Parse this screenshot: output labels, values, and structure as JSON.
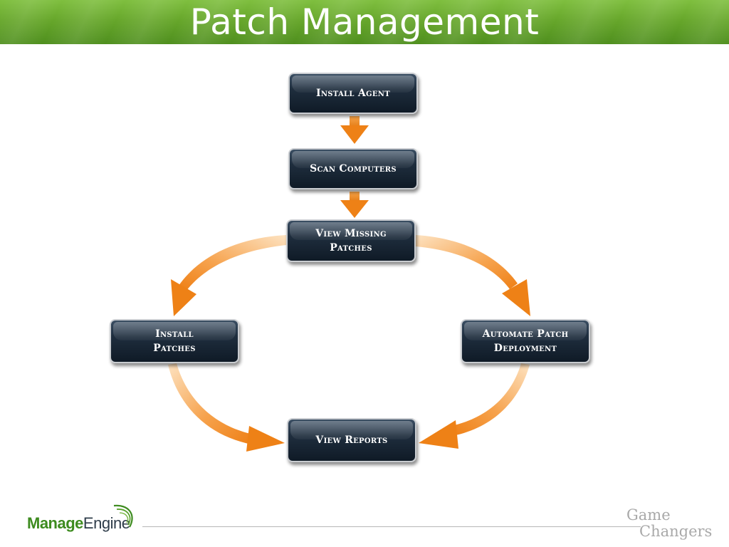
{
  "slide": {
    "title": "Patch Management"
  },
  "diagram": {
    "nodes": {
      "install_agent": "Install Agent",
      "scan_computers": "Scan Computers",
      "view_missing_patches": [
        "View Missing",
        "Patches"
      ],
      "install_patches": [
        "Install",
        "Patches"
      ],
      "automate_patch_deployment": [
        "Automate Patch",
        "Deployment"
      ],
      "view_reports": "View Reports"
    },
    "edges": [
      {
        "from": "Install Agent",
        "to": "Scan Computers"
      },
      {
        "from": "Scan Computers",
        "to": "View Missing Patches"
      },
      {
        "from": "View Missing Patches",
        "to": "Install Patches"
      },
      {
        "from": "View Missing Patches",
        "to": "Automate Patch Deployment"
      },
      {
        "from": "Install Patches",
        "to": "View Reports"
      },
      {
        "from": "Automate Patch Deployment",
        "to": "View Reports"
      }
    ],
    "colors": {
      "arrow": "#f08a1c",
      "node_fill": "#1a2735",
      "header_green": "#67a72b"
    }
  },
  "footer": {
    "logo": {
      "part1": "Manage",
      "part2": "Engine"
    },
    "tagline": {
      "line1": "Game",
      "line2": "Changers"
    }
  }
}
